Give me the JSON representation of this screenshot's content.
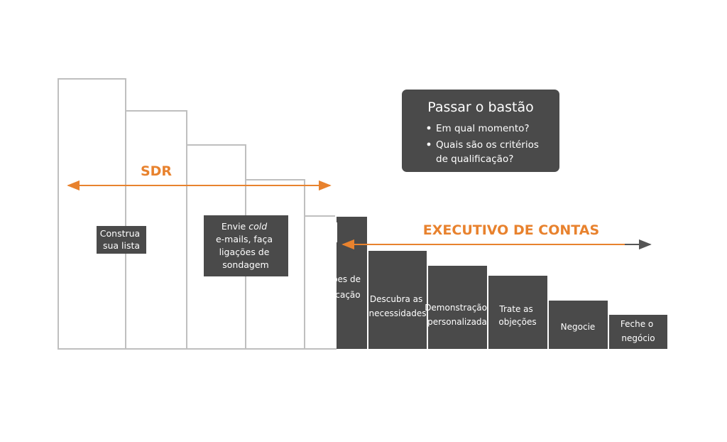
{
  "sections": {
    "sdr": {
      "label": "SDR"
    },
    "executive": {
      "label": "EXECUTIVO DE CONTAS"
    }
  },
  "sdr_labels": {
    "build_list": {
      "lines": [
        "Construa",
        "sua lista"
      ]
    },
    "send_emails": {
      "line1_prefix": "Envie ",
      "line1_italic": "cold",
      "lines": [
        "e-mails, faça",
        "ligações de",
        "sondagem"
      ]
    }
  },
  "executive_steps": [
    {
      "lines": [
        "ões de",
        "cação"
      ]
    },
    {
      "lines": [
        "Descubra as",
        "necessidades"
      ]
    },
    {
      "lines": [
        "Demonstração",
        "personalizada"
      ]
    },
    {
      "lines": [
        "Trate as",
        "objeções"
      ]
    },
    {
      "lines": [
        "Negocie"
      ]
    },
    {
      "lines": [
        "Feche o",
        "negócio"
      ]
    }
  ],
  "handoff_box": {
    "title": "Passar o bastão",
    "items": [
      {
        "lines": [
          "Em qual momento?"
        ]
      },
      {
        "lines": [
          "Quais são os critérios",
          "de qualificação?"
        ]
      }
    ]
  },
  "colors": {
    "accent": "#e8822e",
    "dark_box": "#4a4a4a",
    "outline": "#bfbfbf",
    "arrow_gray": "#555555"
  }
}
